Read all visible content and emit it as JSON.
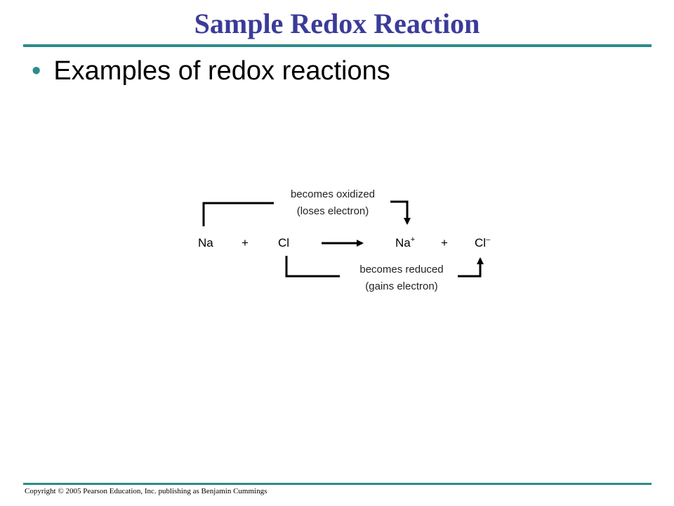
{
  "slide": {
    "title": "Sample Redox Reaction",
    "bullet": "Examples of redox reactions",
    "copyright": "Copyright © 2005 Pearson Education, Inc. publishing as Benjamin Cummings"
  },
  "diagram": {
    "oxidized_line1": "becomes oxidized",
    "oxidized_line2": "(loses electron)",
    "reduced_line1": "becomes reduced",
    "reduced_line2": "(gains electron)",
    "reactant1": "Na",
    "plus1": "+",
    "reactant2": "Cl",
    "product1": "Na",
    "product1_charge": "+",
    "plus2": "+",
    "product2": "Cl",
    "product2_charge": "–"
  },
  "colors": {
    "title": "#3b3b9a",
    "rule": "#2e8b8b"
  }
}
